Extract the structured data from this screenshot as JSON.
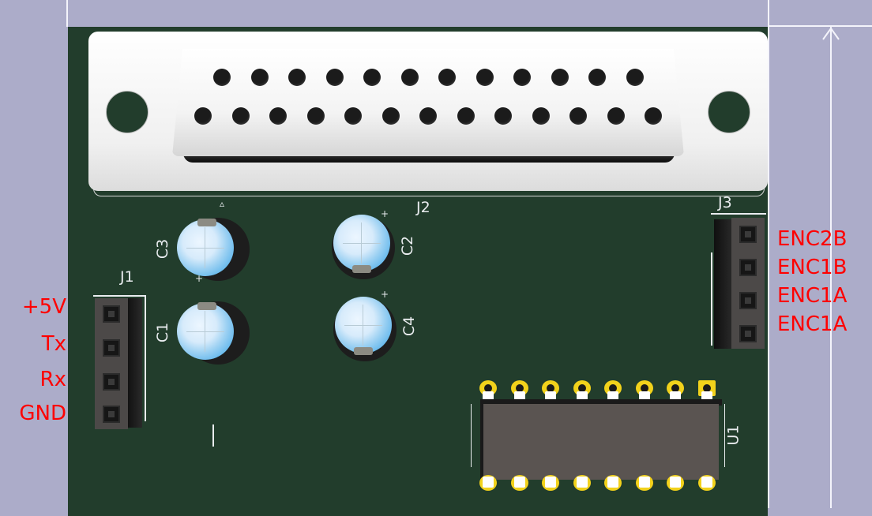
{
  "refs": {
    "j1": "J1",
    "j2": "J2",
    "j3": "J3",
    "c1": "C1",
    "c2": "C2",
    "c3": "C3",
    "c4": "C4",
    "u1": "U1"
  },
  "j1_labels": [
    "+5V",
    "Tx",
    "Rx",
    "GND"
  ],
  "j3_labels": [
    "ENC2B",
    "ENC1B",
    "ENC1A",
    "ENC1A"
  ],
  "colors": {
    "background": "#acacc9",
    "board": "#223d2c",
    "annotation": "#ff0000",
    "pad": "#f2d21b"
  }
}
